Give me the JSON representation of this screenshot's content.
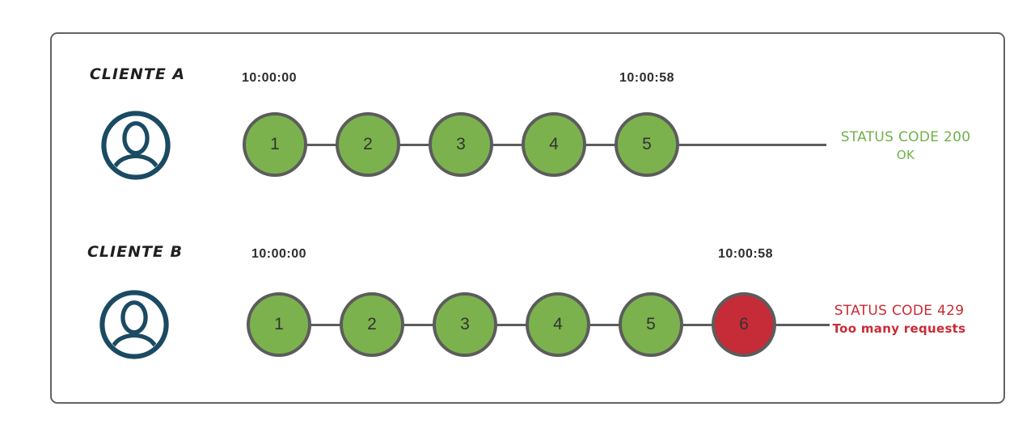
{
  "diagram": {
    "rows": [
      {
        "client_label": "CLIENTE A",
        "start_time": "10:00:00",
        "end_time": "10:00:58",
        "requests": [
          {
            "label": "1",
            "status": "ok"
          },
          {
            "label": "2",
            "status": "ok"
          },
          {
            "label": "3",
            "status": "ok"
          },
          {
            "label": "4",
            "status": "ok"
          },
          {
            "label": "5",
            "status": "ok"
          }
        ],
        "status_code_line": "STATUS CODE 200",
        "status_message_line": "OK"
      },
      {
        "client_label": "CLIENTE B",
        "start_time": "10:00:00",
        "end_time": "10:00:58",
        "requests": [
          {
            "label": "1",
            "status": "ok"
          },
          {
            "label": "2",
            "status": "ok"
          },
          {
            "label": "3",
            "status": "ok"
          },
          {
            "label": "4",
            "status": "ok"
          },
          {
            "label": "5",
            "status": "ok"
          },
          {
            "label": "6",
            "status": "limited"
          }
        ],
        "status_code_line": "STATUS CODE 429",
        "status_message_line": "Too many requests"
      }
    ],
    "colors": {
      "ok_fill": "#7bb24d",
      "limited_fill": "#c62b38",
      "ok_text": "#6fb14a",
      "limited_text": "#c92b35",
      "person_icon": "#1b4a63"
    }
  }
}
